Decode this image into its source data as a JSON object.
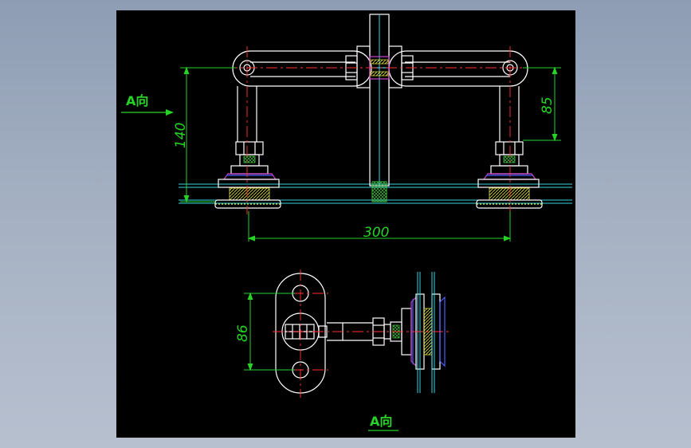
{
  "drawing": {
    "dimensions": {
      "overall_height": "140",
      "right_height": "85",
      "span_width": "300",
      "bracket_length": "86"
    },
    "view_labels": {
      "side_arrow": "A向",
      "bottom_view": "A向"
    },
    "colors": {
      "background": "#000000",
      "outline": "#ffffff",
      "dimension": "#27d327",
      "center_line": "#ff3333",
      "glass": "#39d4e0",
      "gasket": "#cc44cc",
      "hatch": "#e6e640",
      "hidden": "#4b5cff"
    }
  }
}
